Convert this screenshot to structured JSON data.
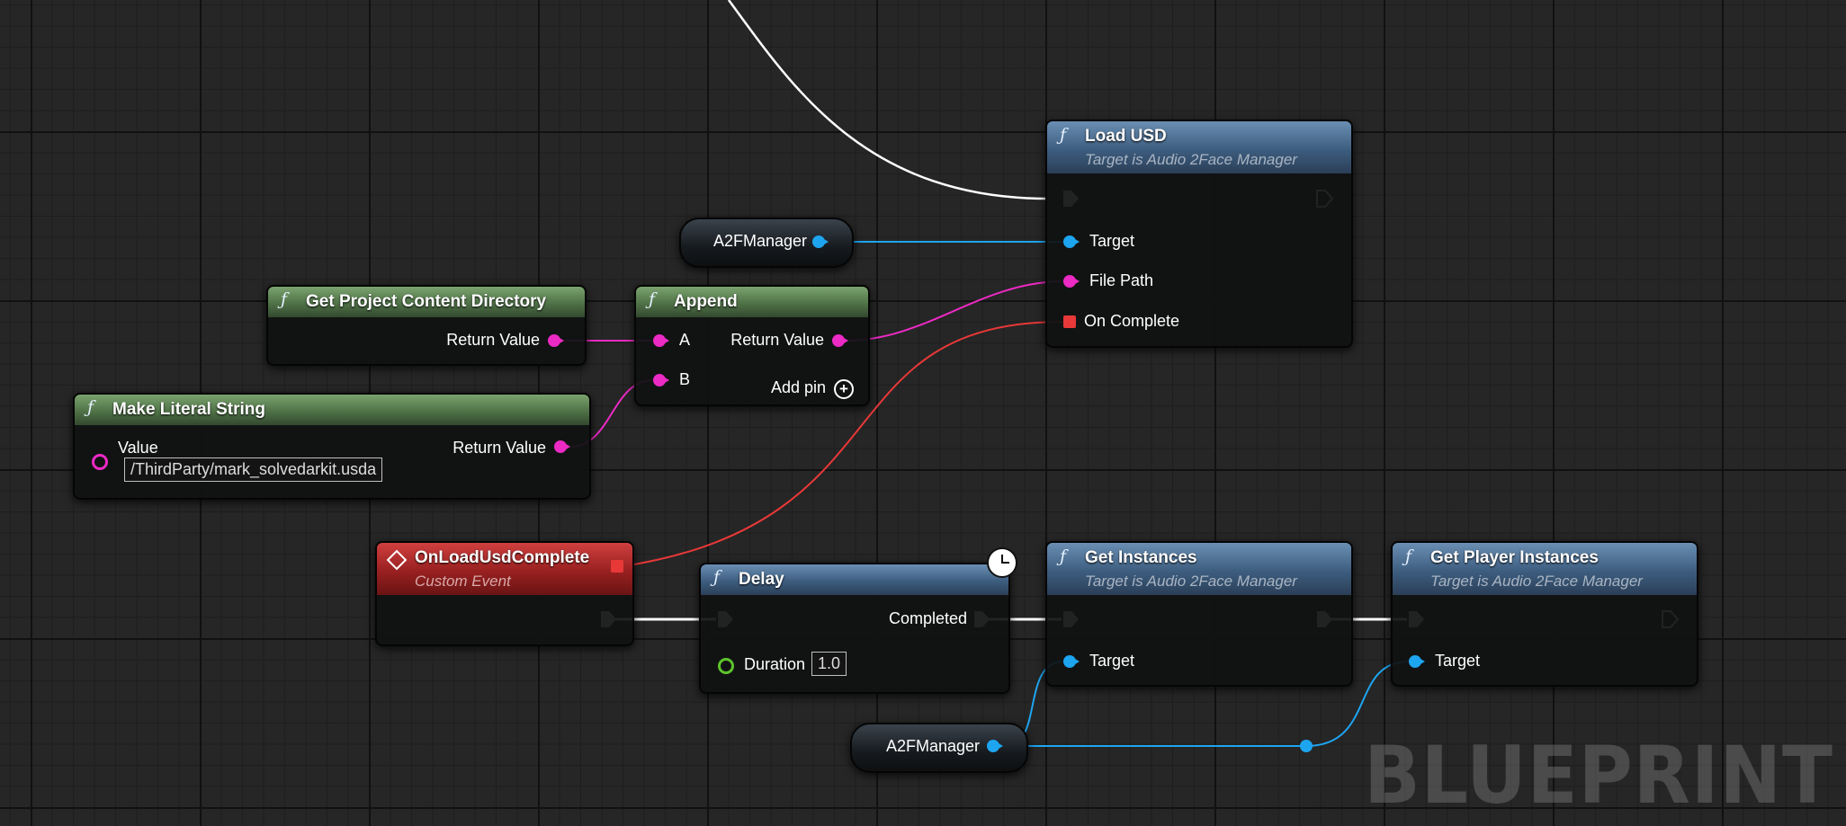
{
  "nodes": {
    "load_usd": {
      "title": "Load USD",
      "subtitle": "Target is Audio 2Face Manager",
      "pins": {
        "target": "Target",
        "file_path": "File Path",
        "on_complete": "On Complete"
      }
    },
    "get_content_dir": {
      "title": "Get Project Content Directory",
      "return_value": "Return Value"
    },
    "append": {
      "title": "Append",
      "pin_a": "A",
      "pin_b": "B",
      "return_value": "Return Value",
      "add_pin": "Add pin"
    },
    "make_literal_string": {
      "title": "Make Literal String",
      "value_label": "Value",
      "value": "/ThirdParty/mark_solvedarkit.usda",
      "return_value": "Return Value"
    },
    "on_load_complete": {
      "title": "OnLoadUsdComplete",
      "subtitle": "Custom Event"
    },
    "delay": {
      "title": "Delay",
      "completed": "Completed",
      "duration_label": "Duration",
      "duration_value": "1.0"
    },
    "get_instances": {
      "title": "Get Instances",
      "subtitle": "Target is Audio 2Face Manager",
      "target": "Target"
    },
    "get_player_instances": {
      "title": "Get Player Instances",
      "subtitle": "Target is Audio 2Face Manager",
      "target": "Target"
    }
  },
  "getters": {
    "top": "A2FManager",
    "bottom": "A2FManager"
  },
  "watermark": "BLUEPRINT",
  "icons": {
    "function": "function-icon",
    "event": "event-icon",
    "exec": "exec-pin-icon",
    "add": "add-pin-icon",
    "latent": "clock-icon"
  },
  "colors": {
    "object_pin": "#1ea5f0",
    "string_pin": "#ec2ac4",
    "delegate_pin": "#e83838",
    "float_pin": "#5cc42c",
    "exec_wire": "#ffffff",
    "function_header": "#3d5d7f",
    "pure_header": "#4f7247",
    "event_header": "#982020"
  }
}
